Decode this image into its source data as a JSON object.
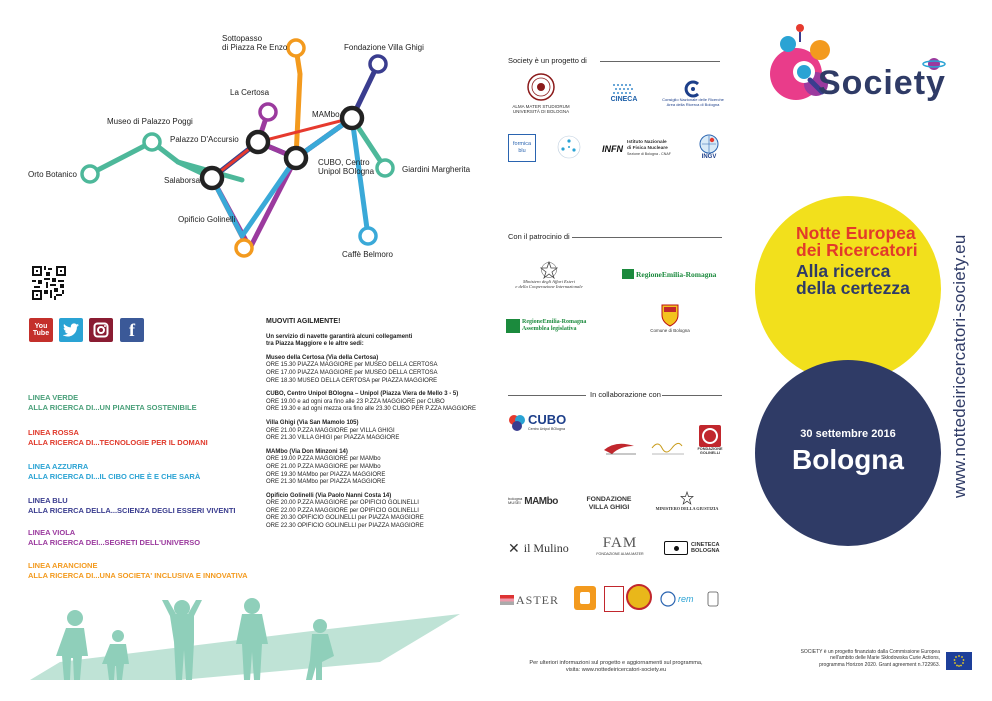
{
  "map": {
    "stations": [
      {
        "label": "Sottopasso\ndi Piazza Re Enzo"
      },
      {
        "label": "Fondazione Villa Ghigi"
      },
      {
        "label": "La Certosa"
      },
      {
        "label": "MAMbo"
      },
      {
        "label": "Museo di Palazzo Poggi"
      },
      {
        "label": "Palazzo D'Accursio"
      },
      {
        "label": "CUBO, Centro\nUnipol BOlogna"
      },
      {
        "label": "Giardini Margherita"
      },
      {
        "label": "Orto Botanico"
      },
      {
        "label": "Salaborsa"
      },
      {
        "label": "Opificio Golinelli"
      },
      {
        "label": "Caffè Belmoro"
      }
    ],
    "colors": {
      "green": "#4db89a",
      "red": "#e63a2e",
      "blue": "#3aa9d8",
      "navy": "#3a3d8f",
      "purple": "#9b3a9e",
      "orange": "#f39a1e"
    }
  },
  "social": {
    "youtube": "You Tube",
    "twitter": "twitter-icon",
    "instagram": "instagram-icon",
    "facebook": "f"
  },
  "lines": [
    {
      "name": "LINEA VERDE",
      "desc": "ALLA RICERCA DI...UN PIANETA SOSTENIBILE",
      "color": "#4aa07a"
    },
    {
      "name": "LINEA ROSSA",
      "desc": "ALLA RICERCA DI...TECNOLOGIE PER IL DOMANI",
      "color": "#e0392b"
    },
    {
      "name": "LINEA AZZURRA",
      "desc": "ALLA RICERCA DI...IL CIBO CHE È E CHE SARÀ",
      "color": "#2aa3d4"
    },
    {
      "name": "LINEA BLU",
      "desc": "ALLA RICERCA DELLA...SCIENZA DEGLI ESSERI VIVENTI",
      "color": "#3a3d8f"
    },
    {
      "name": "LINEA VIOLA",
      "desc": "ALLA RICERCA DEI...SEGRETI DELL'UNIVERSO",
      "color": "#9b3a9e"
    },
    {
      "name": "LINEA ARANCIONE",
      "desc": "ALLA RICERCA DI...UNA SOCIETA' INCLUSIVA E INNOVATIVA",
      "color": "#f39a1e"
    }
  ],
  "schedule": {
    "heading": "MUOVITI AGILMENTE!",
    "intro": "Un servizio di navette garantirà alcuni collegamenti\ntra Piazza Maggiore e le altre sedi:",
    "sections": [
      {
        "title": "Museo della Certosa (Via della Certosa)",
        "rows": [
          "ORE 15.30 PIAZZA MAGGIORE per MUSEO DELLA CERTOSA",
          "ORE 17.00 PIAZZA MAGGIORE per MUSEO DELLA CERTOSA",
          "ORE 18.30 MUSEO DELLA CERTOSA per PIAZZA MAGGIORE"
        ]
      },
      {
        "title": "CUBO, Centro Unipol BOlogna – Unipol (Piazza Viera de Mello 3 - 5)",
        "rows": [
          "ORE 19.00 e ad ogni ora fino alle 23 P.ZZA MAGGIORE per CUBO",
          "ORE 19.30 e ad ogni mezza ora fino alle 23.30 CUBO PER P.ZZA MAGGIORE"
        ]
      },
      {
        "title": "Villa Ghigi (Via San Mamolo 105)",
        "rows": [
          "ORE 21.00 P.ZZA MAGGIORE per VILLA GHIGI",
          "ORE 21.30 VILLA GHIGI per PIAZZA MAGGIORE"
        ]
      },
      {
        "title": "MAMbo (Via Don Minzoni 14)",
        "rows": [
          "ORE 19.00 P.ZZA MAGGIORE per MAMbo",
          "ORE 21.00 P.ZZA MAGGIORE per MAMbo",
          "ORE 19.30 MAMbo per PIAZZA MAGGIORE",
          "ORE 21.30 MAMbo per PIAZZA MAGGIORE"
        ]
      },
      {
        "title": "Opificio Golinelli (Via Paolo Nanni Costa 14)",
        "rows": [
          "ORE 20.00 P.ZZA MAGGIORE per OPIFICIO GOLINELLI",
          "ORE 22.00 P.ZZA MAGGIORE per OPIFICIO GOLINELLI",
          "ORE 20.30 OPIFICIO GOLINELLI per PIAZZA MAGGIORE",
          "ORE 22.30 OPIFICIO GOLINELLI per PIAZZA MAGGIORE"
        ]
      }
    ]
  },
  "partners": {
    "project_title": "Society è un progetto di",
    "unibo": "ALMA MATER STUDIORUM\nUNIVERSITÀ DI BOLOGNA",
    "cineca": "CINECA",
    "cnr": "Consiglio Nazionale delle Ricerche\nArea della Ricerca di Bologna",
    "formica": "formica\nblu",
    "infn": "INFN",
    "infn_full": "Istituto Nazionale\ndi Fisica Nucleare",
    "infn_sub": "Sezione di Bologna - CNAF",
    "ingv": "INGV",
    "patrocinio_title": "Con il patrocinio di",
    "maeci": "Ministero degli Affari Esteri\ne della Cooperazione Internazionale",
    "rer": "RegioneEmilia-Romagna",
    "rer_al": "RegioneEmilia-Romagna\nAssemblea legislativa",
    "comune": "Comune di Bologna",
    "collab_title": "In collaborazione con",
    "cubo": "CUBO",
    "cubo_sub": "Centro Unipol BOlogna",
    "golinelli": "FONDAZIONE\nGOLINELLI",
    "mambo": "MAMbo",
    "mambo_pre": "bologna\nMUSEI",
    "villaghigi": "FONDAZIONE\nVILLA GHIGI",
    "giustizia": "MINISTERO DELLA GIUSTIZIA",
    "mulino": "il Mulino",
    "fam": "FAM",
    "fam_sub": "FONDAZIONE ALMA MATER",
    "cineteca": "CINETECA\nBOLOGNA",
    "aster": "ASTER",
    "info": "Per ulteriori informazioni sul progetto e aggiornamenti sul programma,\nvisita: www.nottedeiricercatori-society.eu"
  },
  "cover": {
    "brand": "Society",
    "event_line1": "Notte Europea",
    "event_line2": "dei Ricercatori",
    "tagline1": "Alla ricerca",
    "tagline2": "della certezza",
    "date": "30 settembre 2016",
    "city": "Bologna",
    "url": "www.nottedeiricercatori-society.eu",
    "funding": "SOCIETY è un progetto finanziato dalla Commissione Europea\nnell'ambito delle Marie Skłodowska Curie Actions,\nprogramma Horizon 2020. Grant agreement n.722963.",
    "yellow": "#f2e01c",
    "navy": "#2f3b66",
    "red": "#e23a2a"
  }
}
